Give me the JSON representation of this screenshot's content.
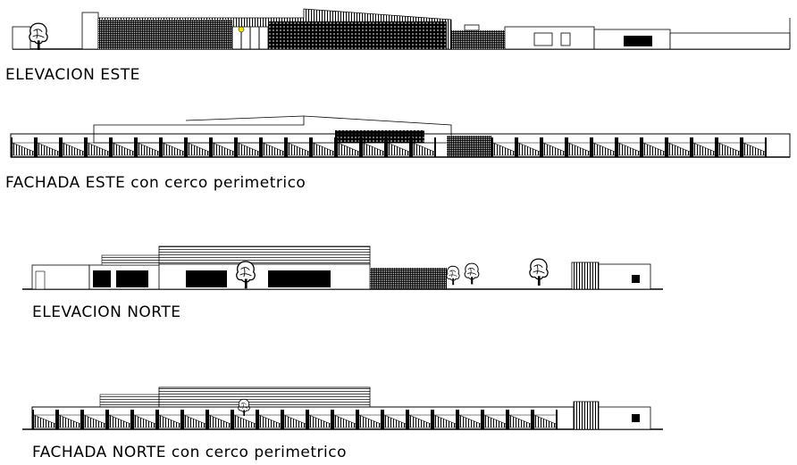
{
  "drawing": {
    "background": "#ffffff",
    "line_color": "#000000",
    "accent_color": "#f2e600",
    "labels": {
      "elevacion_este": "ELEVACION   ESTE",
      "fachada_este": "FACHADA ESTE con cerco perimetrico",
      "elevacion_norte": "ELEVACION   NORTE",
      "fachada_norte": "FACHADA   NORTE con cerco perimetrico"
    },
    "icons": [
      "tree-icon",
      "hatch-pattern",
      "fence-bay-icon"
    ]
  }
}
